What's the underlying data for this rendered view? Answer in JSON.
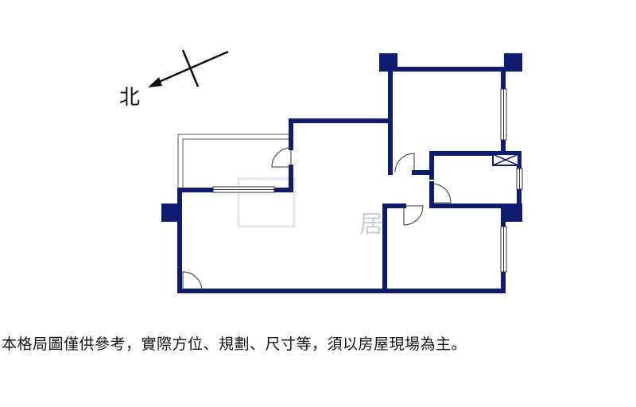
{
  "compass": {
    "north_label": "北"
  },
  "watermark": "居",
  "disclaimer": "本格局圖僅供參考，實際方位、規劃、尺寸等，須以房屋現場為主。",
  "colors": {
    "wall": "#0d1a6e",
    "text": "#111111",
    "watermark": "#c9ced8"
  }
}
